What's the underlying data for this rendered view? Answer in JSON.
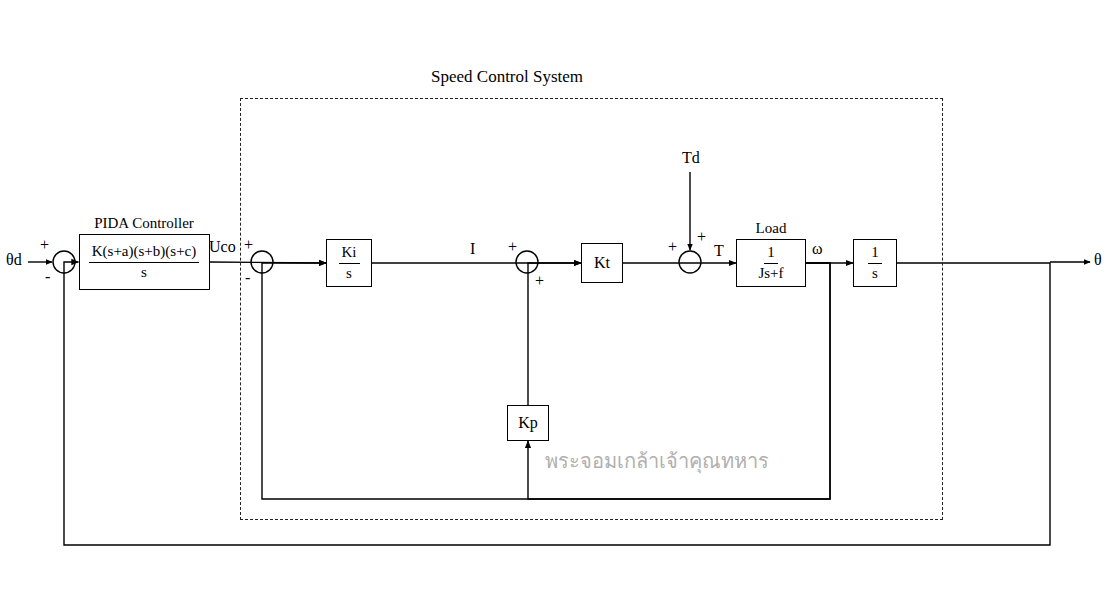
{
  "diagram": {
    "nodes": [
      {
        "text": [
          "PIDA Controller",
          "K(s+a)(s+b)(s+c)",
          "s"
        ]
      },
      {
        "text": [
          "Speed Control System"
        ]
      },
      {
        "text": [
          "Ki",
          "s"
        ],
        "in": 1
      },
      {
        "text": [
          "Kt"
        ],
        "in": 1
      },
      {
        "text": [
          "Load",
          "1",
          "Js+f"
        ],
        "in": 1
      },
      {
        "text": [
          "1",
          "s"
        ],
        "in": 1
      },
      {
        "text": [
          "Kp"
        ],
        "in": 1
      }
    ],
    "edges": [
      {
        "from": 0,
        "to": 2,
        "arrow": "to",
        "label": "Uco"
      },
      {
        "from": 2,
        "to": 3,
        "arrow": "to",
        "label": "I"
      },
      {
        "from": 3,
        "to": 4,
        "arrow": "to",
        "label": "T"
      },
      {
        "from": 4,
        "to": 5,
        "arrow": "to",
        "label": "ω"
      },
      {
        "from": 4,
        "to": 6,
        "arrow": "to"
      },
      {
        "from": 6,
        "to": 3,
        "arrow": "to"
      },
      {
        "from": 4,
        "to": 2,
        "arrow": "to"
      },
      {
        "from": 5,
        "to": 0,
        "arrow": "to"
      }
    ],
    "labels": [
      "θd",
      "+",
      "-",
      "+",
      "-",
      "+",
      "+",
      "+",
      "+",
      "Td",
      "θ",
      "พระจอมเกล้าเจ้าคุณทหาร"
    ]
  }
}
